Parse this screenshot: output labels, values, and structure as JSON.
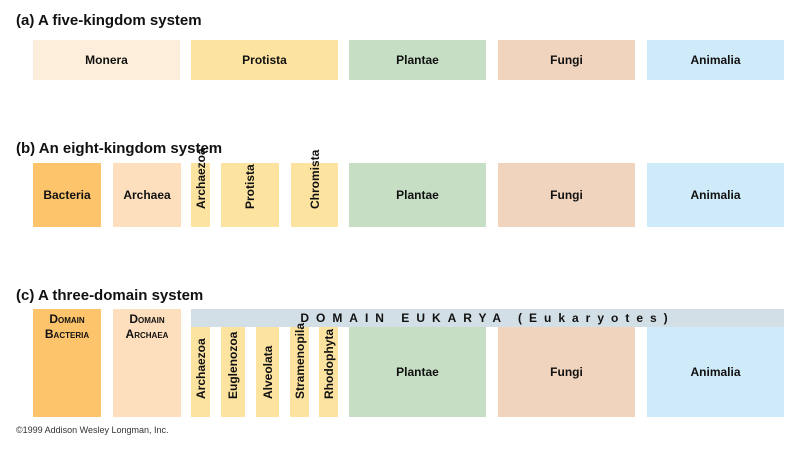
{
  "colors": {
    "monera": "#fdeedb",
    "bacteria": "#fdc46c",
    "archaea": "#fddfbd",
    "protist": "#fde3a0",
    "plantae": "#c6dfc4",
    "fungi": "#f1d4bd",
    "animalia": "#cfeaf8",
    "eukarya_banner": "#d3dfe6"
  },
  "panel_a": {
    "title": "(a) A five-kingdom system",
    "kingdoms": [
      "Monera",
      "Protista",
      "Plantae",
      "Fungi",
      "Animalia"
    ]
  },
  "panel_b": {
    "title": "(b) An eight-kingdom system",
    "kingdoms": [
      "Bacteria",
      "Archaea",
      "Archaezoa",
      "Protista",
      "Chromista",
      "Plantae",
      "Fungi",
      "Animalia"
    ]
  },
  "panel_c": {
    "title": "(c) A three-domain system",
    "domain_bacteria": [
      "Domain",
      "Bacteria"
    ],
    "domain_archaea": [
      "Domain",
      "Archaea"
    ],
    "domain_eukarya": "DOMAIN EUKARYA (Eukaryotes)",
    "eukarya_groups": [
      "Archaezoa",
      "Euglenozoa",
      "Alveolata",
      "Stramenopila",
      "Rhodophyta",
      "Plantae",
      "Fungi",
      "Animalia"
    ]
  },
  "copyright": "©1999 Addison Wesley Longman, Inc."
}
